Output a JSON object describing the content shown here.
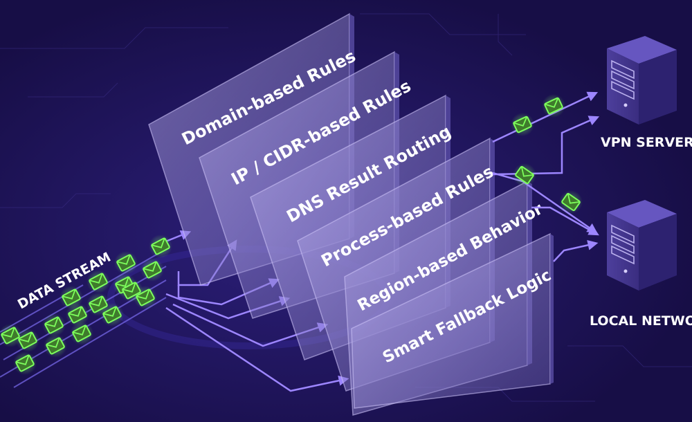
{
  "stream_label": "DATA STREAM",
  "layers": [
    {
      "label": "Domain-based Rules"
    },
    {
      "label": "IP / CIDR-based Rules"
    },
    {
      "label": "DNS Result Routing"
    },
    {
      "label": "Process-based Rules"
    },
    {
      "label": "Region-based Behavior"
    },
    {
      "label": "Smart Fallback Logic"
    }
  ],
  "destinations": {
    "vpn": {
      "label": "VPN SERVER"
    },
    "local": {
      "label": "LOCAL NETWORK"
    }
  },
  "colors": {
    "background": "#1b1152",
    "flow": "#8f78f0",
    "packet": "#7dff5c",
    "panel": "#8c82c8"
  },
  "icons": {
    "packet": "envelope-icon",
    "server": "server-icon"
  }
}
